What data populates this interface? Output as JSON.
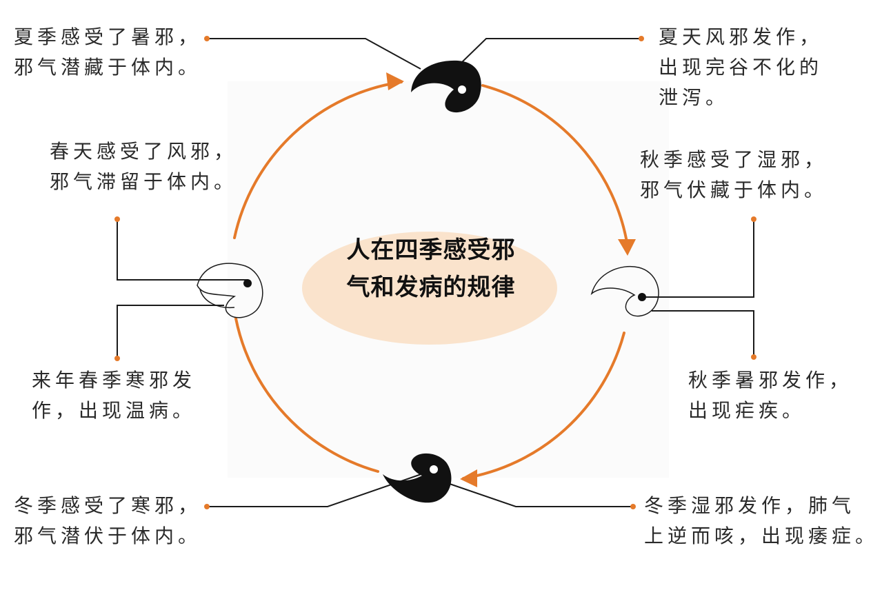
{
  "title": {
    "line1": "人在四季感受邪",
    "line2": "气和发病的规律"
  },
  "notes": {
    "summer_infect": [
      "夏季感受了暑邪，",
      "邪气潜藏于体内。"
    ],
    "summer_onset": [
      "夏天风邪发作，",
      "出现完谷不化的",
      "泄泻。"
    ],
    "spring_infect": [
      "春天感受了风邪，",
      "邪气滞留于体内。"
    ],
    "autumn_infect": [
      "秋季感受了湿邪，",
      "邪气伏藏于体内。"
    ],
    "spring_onset": [
      "来年春季寒邪发",
      "作，出现温病。"
    ],
    "autumn_onset": [
      "秋季暑邪发作，",
      "出现疟疾。"
    ],
    "winter_infect": [
      "冬季感受了寒邪，",
      "邪气潜伏于体内。"
    ],
    "winter_onset": [
      "冬季湿邪发作，肺气",
      "上逆而咳，出现痿症。"
    ]
  },
  "colors": {
    "arrow": "#e57a2a",
    "dot": "#e57a2a",
    "line": "#1a1a1a",
    "center_fill": "#fae3cc",
    "panel": "#fbfbfb",
    "yinyang": "#111111"
  },
  "icons": {
    "cycle": "clockwise-arrow-circle",
    "season_marker": "yin-yang-crescent"
  }
}
